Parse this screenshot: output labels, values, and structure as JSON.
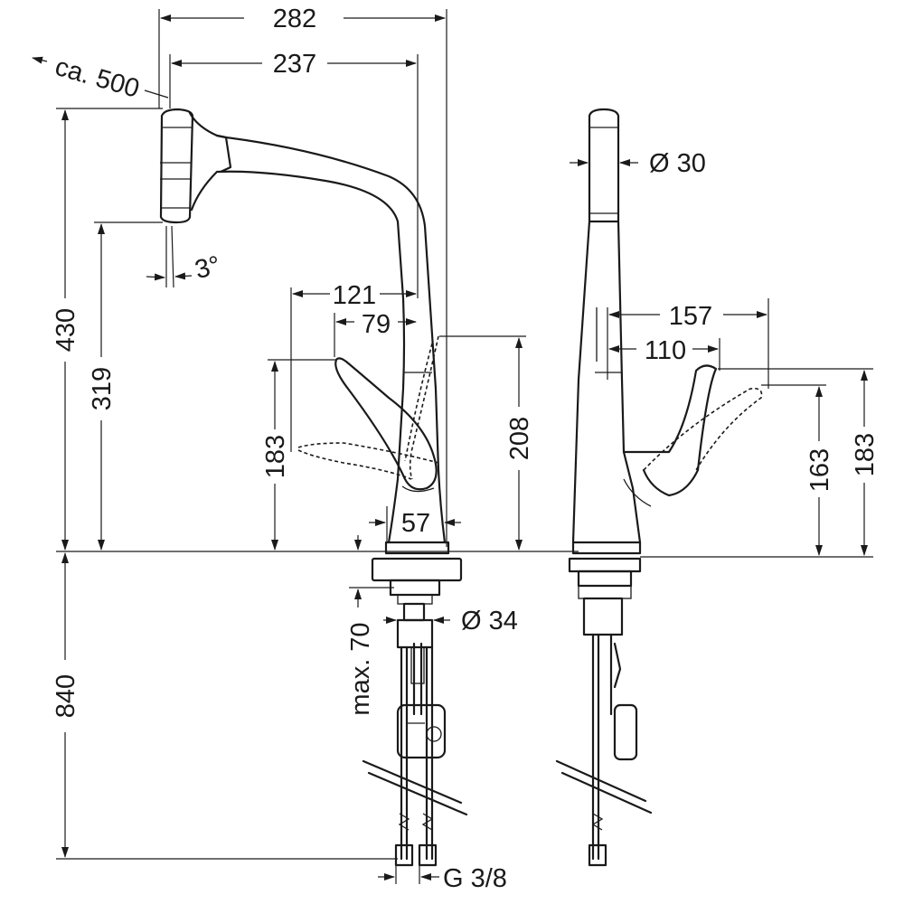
{
  "dimensions": {
    "overall_reach": "282",
    "spout_reach": "237",
    "pullout_length": "ca. 500",
    "spout_angle": "3°",
    "lever_reach_front": "121",
    "lever_offset_front": "79",
    "total_height": "430",
    "spout_height": "319",
    "lever_height_front": "183",
    "lever_swing_height": "208",
    "base_width": "57",
    "spout_diameter": "Ø 30",
    "lever_reach_side": "157",
    "lever_offset_side": "110",
    "lever_height_side_low": "163",
    "lever_height_side_high": "183",
    "bore_diameter": "Ø 34",
    "max_deck_thickness": "max. 70",
    "hose_length": "840",
    "connection_thread": "G 3/8"
  }
}
